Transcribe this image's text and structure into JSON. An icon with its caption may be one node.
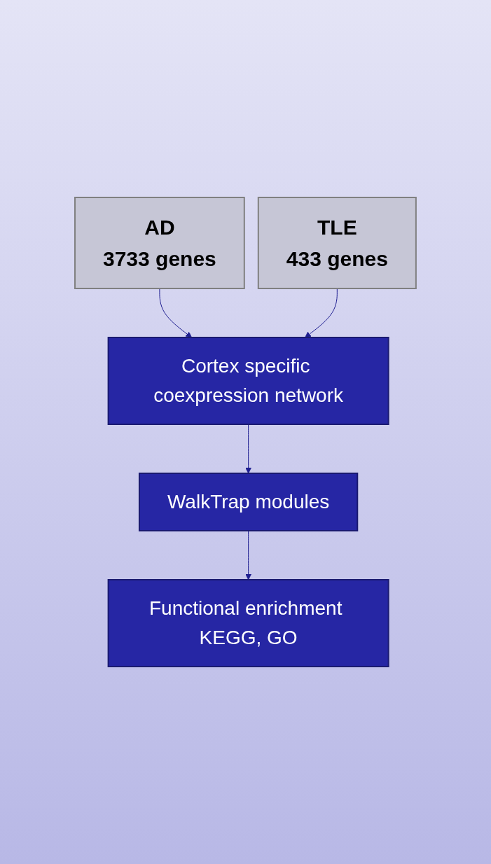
{
  "diagram": {
    "nodes": [
      {
        "text": [
          "AD",
          "3733 genes"
        ]
      },
      {
        "text": [
          "TLE",
          "433 genes"
        ]
      },
      {
        "text": [
          "Cortex specific coexpression network"
        ]
      },
      {
        "text": [
          "WalkTrap modules"
        ]
      },
      {
        "text": [
          "Functional enrichment KEGG, GO"
        ]
      }
    ],
    "edges": [
      {
        "from": 0,
        "to": 2,
        "arrow": "to"
      },
      {
        "from": 1,
        "to": 2,
        "arrow": "to"
      },
      {
        "from": 2,
        "to": 3,
        "arrow": "to"
      },
      {
        "from": 3,
        "to": 4,
        "arrow": "to"
      }
    ]
  }
}
